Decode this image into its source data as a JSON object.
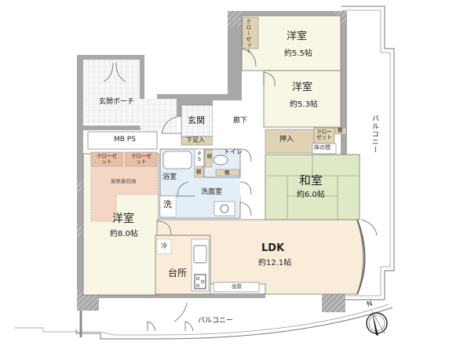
{
  "floor_plan": {
    "colors": {
      "wall": "#a8a8a8",
      "wall_edge": "#6e6e6e",
      "western_room": "#f8f6e4",
      "ldk": "#f9ecd9",
      "tatami": "#dfe9c6",
      "wet_area": "#e4eef6",
      "storage": "#e0d3b4",
      "attic_storage": "#f4d6c4",
      "tile_porch": "#f4f4f4",
      "balcony": "#ffffff"
    },
    "rooms": {
      "western_top": {
        "name": "洋室",
        "size": "約5.5帖"
      },
      "western_mid": {
        "name": "洋室",
        "size": "約5.3帖"
      },
      "western_left": {
        "name": "洋室",
        "size": "約8.0帖"
      },
      "japanese": {
        "name": "和室",
        "size": "約6.0帖"
      },
      "ldk": {
        "name": "LDK",
        "size": "約12.1帖"
      },
      "kitchen": {
        "name": "台所"
      },
      "entrance": {
        "name": "玄関"
      },
      "entrance_porch": {
        "name": "玄関ポーチ"
      },
      "hallway": {
        "name": "廊下"
      },
      "bathroom": {
        "name": "浴室"
      },
      "washroom": {
        "name": "洗面室"
      },
      "toilet": {
        "name": "トイレ"
      },
      "mbps": {
        "name": "MB PS"
      }
    },
    "storage": {
      "closet_top": "クローゼット",
      "closet_mid": "クローゼット",
      "closet_left_1": "クローゼット",
      "closet_left_2": "クローゼット",
      "attic_storage": "屋根裏収納",
      "oshiire": "押入",
      "tokonoma": "床の間",
      "shoe_storage": "下足入",
      "shelf_1": "棚",
      "shelf_2": "棚",
      "shelf_3": "棚",
      "shelf_4": "棚",
      "ps": "P S"
    },
    "fixtures": {
      "washer": "洗",
      "fridge": "冷",
      "bay_window": "出窓"
    },
    "balconies": {
      "east": "バルコニー",
      "south": "バルコニー"
    },
    "compass": {
      "north_label": "N"
    }
  }
}
